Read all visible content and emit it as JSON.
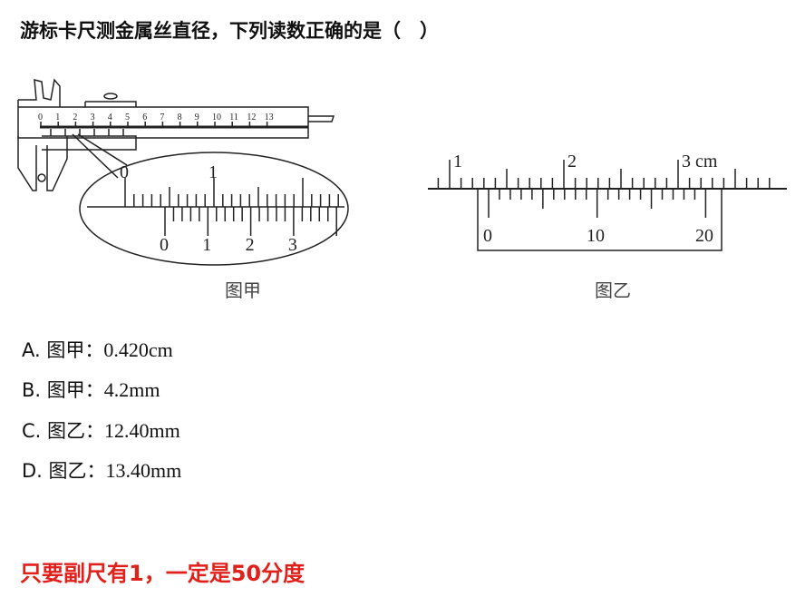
{
  "question": "游标卡尺测金属丝直径，下列读数正确的是（　）",
  "figure_a": {
    "caption": "图甲",
    "caliper_main_labels": [
      "0",
      "1",
      "2",
      "3",
      "4",
      "5",
      "6",
      "7",
      "8",
      "9",
      "10",
      "11",
      "12",
      "13"
    ],
    "zoom_main_labels": [
      "0",
      "1"
    ],
    "zoom_vernier_labels": [
      "0",
      "1",
      "2",
      "3"
    ]
  },
  "figure_b": {
    "caption": "图乙",
    "main_labels": [
      "1",
      "2",
      "3 cm"
    ],
    "vernier_labels": [
      "0",
      "10",
      "20"
    ]
  },
  "options": [
    {
      "letter": "A.",
      "fig": "图甲：",
      "value": "0.420cm"
    },
    {
      "letter": "B.",
      "fig": "图甲：",
      "value": "4.2mm"
    },
    {
      "letter": "C.",
      "fig": "图乙：",
      "value": "12.40mm"
    },
    {
      "letter": "D.",
      "fig": "图乙：",
      "value": "13.40mm"
    }
  ],
  "note": "只要副尺有1，一定是50分度"
}
